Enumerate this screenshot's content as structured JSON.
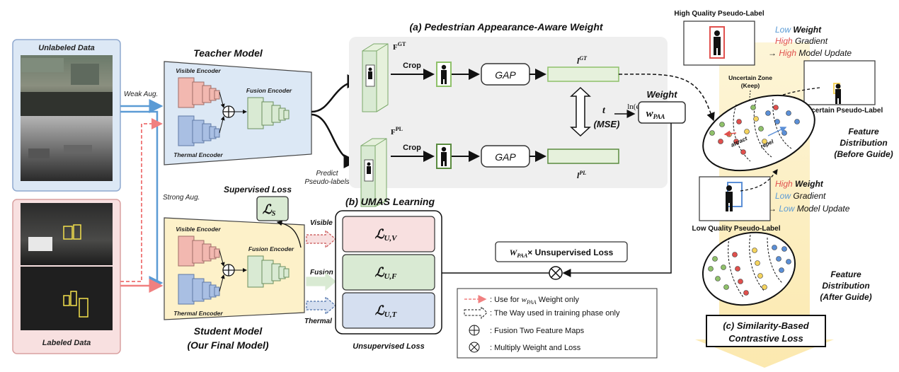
{
  "colors": {
    "blue_arrow": "#5b9bd5",
    "red_arrow": "#f08080",
    "teacher_bg": "#dce8f5",
    "student_bg": "#fdf1c9",
    "paa_bg": "#efefef",
    "visible_enc": "#f2b8b0",
    "thermal_enc": "#a9bfe3",
    "fusion_enc": "#d9ead3",
    "loss_v": "#f8e0e0",
    "loss_f": "#d9ead3",
    "loss_t": "#d5dff0",
    "guide_bg": "#fdefc3",
    "point_red": "#e0504d",
    "point_yellow": "#f4d35e",
    "point_green": "#8fc16a",
    "point_blue": "#5b8fd6"
  },
  "inputs": {
    "unlabeled": "Unlabeled Data",
    "labeled": "Labeled Data",
    "weak_aug": "Weak Aug.",
    "strong_aug": "Strong Aug."
  },
  "teacher": {
    "title": "Teacher Model",
    "visible_encoder": "Visible Encoder",
    "thermal_encoder": "Thermal Encoder",
    "fusion_encoder": "Fusion Encoder",
    "predict_label": "Predict",
    "predict_label2": "Pseudo-labels"
  },
  "student": {
    "title": "Student Model",
    "subtitle": "(Our Final Model)",
    "visible_encoder": "Visible Encoder",
    "thermal_encoder": "Thermal Encoder",
    "fusion_encoder": "Fusion Encoder",
    "branch_visible": "Visible",
    "branch_fusion": "Fusion",
    "branch_thermal": "Thermal"
  },
  "supervised": {
    "label": "Supervised Loss",
    "symbol": "ℒ",
    "sub": "S"
  },
  "paa": {
    "title": "(a) Pedestrian Appearance-Aware Weight",
    "f_gt": "F",
    "f_gt_sup": "GT",
    "f_pl": "F",
    "f_pl_sup": "PL",
    "crop1": "Crop",
    "crop2": "Crop",
    "gap1": "GAP",
    "gap2": "GAP",
    "l_gt": "l",
    "l_gt_sup": "GT",
    "l_pl": "l",
    "l_pl_sup": "PL",
    "t_label": "t",
    "mse_label": "(MSE)",
    "ln_label": "ln(e + t)",
    "weight_title": "Weight",
    "weight_w": "w",
    "weight_sub": "PAA"
  },
  "umas": {
    "title": "(b) UMAS Learning",
    "loss_symbol": "ℒ",
    "loss_v_sub": "U,V",
    "loss_f_sub": "U,F",
    "loss_t_sub": "U,T",
    "bottom_label": "Unsupervised Loss",
    "weighted_w": "W",
    "weighted_sub": "PAA",
    "weighted_rest": "× Unsupervised Loss"
  },
  "legend": {
    "item1_prefix": ": Use for ",
    "item1_w": "w",
    "item1_sub": "PAA",
    "item1_suffix": " Weight only",
    "item2": ": The Way used in training phase only",
    "item3": ": Fusion Two Feature Maps",
    "item4": ": Multiply Weight and Loss"
  },
  "guide": {
    "high_quality": "High Quality Pseudo-Label",
    "hq_weight_level": "Low",
    "hq_weight": "Weight",
    "hq_grad_level": "High",
    "hq_grad": "Gradient",
    "hq_update_level": "High",
    "hq_update": "Model Update",
    "uncertain_zone": "Uncertain Zone",
    "keep": "(Keep)",
    "uncertain_label": "Uncertain Pseudo-Label",
    "attract": "attract",
    "repel": "repel",
    "feat_before1": "Feature",
    "feat_before2": "Distribution",
    "feat_before3": "(Before Guide)",
    "lq_weight_level": "High",
    "lq_weight": "Weight",
    "lq_grad_level": "Low",
    "lq_grad": "Gradient",
    "lq_update_level": "Low",
    "lq_update": "Model Update",
    "low_quality": "Low Quality Pseudo-Label",
    "feat_after1": "Feature",
    "feat_after2": "Distribution",
    "feat_after3": "(After Guide)",
    "title1": "(c) Similarity-Based",
    "title2": "Contrastive Loss"
  }
}
